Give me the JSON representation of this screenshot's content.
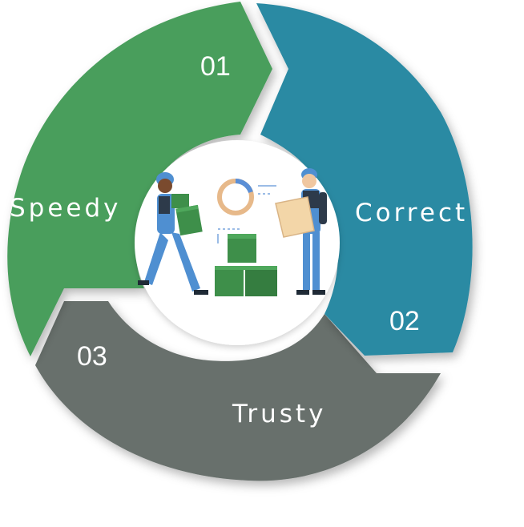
{
  "segments": [
    {
      "number": "01",
      "label": "Speedy",
      "color": "#4a9e5c"
    },
    {
      "number": "02",
      "label": "Correct",
      "color": "#2b8aa3"
    },
    {
      "number": "03",
      "label": "Trusty",
      "color": "#68706c"
    }
  ],
  "colors": {
    "worker_uniform": "#4f8fd1",
    "worker_cap": "#4f8fd1",
    "box_green": "#3e8f4a",
    "paper": "#f3d6a8",
    "ring_chart": "#e7b98a",
    "ring_chart_accent": "#5b8fd6"
  }
}
